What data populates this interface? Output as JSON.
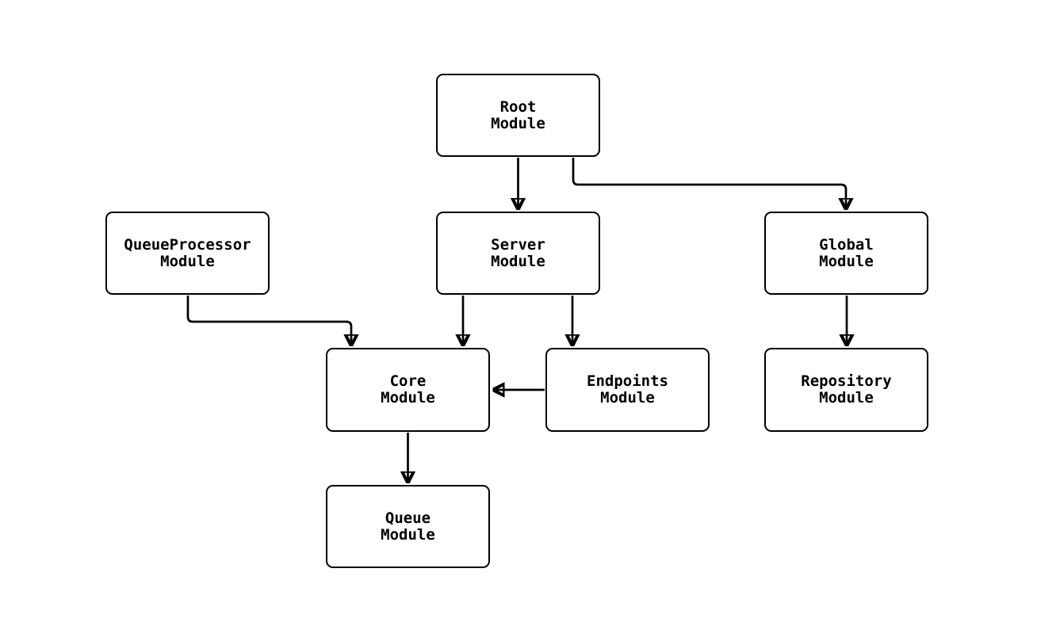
{
  "page": {
    "background_color": "#ffffff"
  },
  "diagram": {
    "type": "flowchart",
    "direction": "top-down",
    "node_fill_color": "#ffffff",
    "node_border_color": "#000000",
    "edge_color": "#000000",
    "text_color": "#000000",
    "nodes": [
      {
        "id": "root",
        "line1": "Root",
        "line2": "Module"
      },
      {
        "id": "queueprocessor",
        "line1": "QueueProcessor",
        "line2": "Module"
      },
      {
        "id": "server",
        "line1": "Server",
        "line2": "Module"
      },
      {
        "id": "global",
        "line1": "Global",
        "line2": "Module"
      },
      {
        "id": "core",
        "line1": "Core",
        "line2": "Module"
      },
      {
        "id": "endpoints",
        "line1": "Endpoints",
        "line2": "Module"
      },
      {
        "id": "repository",
        "line1": "Repository",
        "line2": "Module"
      },
      {
        "id": "queue",
        "line1": "Queue",
        "line2": "Module"
      }
    ],
    "edges": [
      {
        "from": "Root Module",
        "to": "Server Module"
      },
      {
        "from": "Root Module",
        "to": "Global Module"
      },
      {
        "from": "QueueProcessor Module",
        "to": "Core Module"
      },
      {
        "from": "Server Module",
        "to": "Core Module"
      },
      {
        "from": "Server Module",
        "to": "Endpoints Module"
      },
      {
        "from": "Endpoints Module",
        "to": "Core Module"
      },
      {
        "from": "Global Module",
        "to": "Repository Module"
      },
      {
        "from": "Core Module",
        "to": "Queue Module"
      }
    ]
  }
}
